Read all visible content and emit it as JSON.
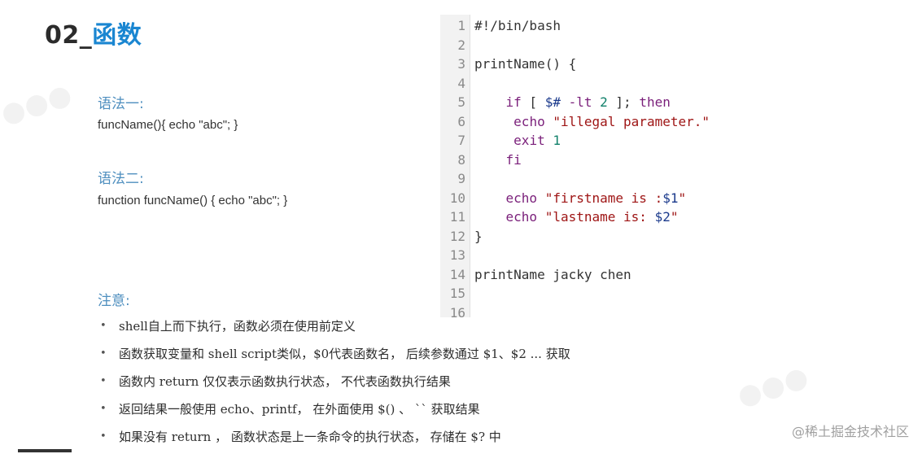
{
  "title": {
    "prefix": "02_",
    "name": "函数"
  },
  "syntax": [
    {
      "label": "语法一:",
      "code": "funcName(){ echo \"abc\"; }"
    },
    {
      "label": "语法二:",
      "code": "function funcName() { echo \"abc\"; }"
    }
  ],
  "code": {
    "lines": [
      {
        "no": "1",
        "tokens": [
          {
            "t": "#!/bin/bash",
            "c": ""
          }
        ]
      },
      {
        "no": "2",
        "tokens": []
      },
      {
        "no": "3",
        "tokens": [
          {
            "t": "printName() {",
            "c": ""
          }
        ]
      },
      {
        "no": "4",
        "tokens": []
      },
      {
        "no": "5",
        "tokens": [
          {
            "t": "    ",
            "c": ""
          },
          {
            "t": "if",
            "c": "kw"
          },
          {
            "t": " [ ",
            "c": ""
          },
          {
            "t": "$#",
            "c": "var"
          },
          {
            "t": " -lt ",
            "c": "kw"
          },
          {
            "t": "2",
            "c": "numc"
          },
          {
            "t": " ]; ",
            "c": ""
          },
          {
            "t": "then",
            "c": "kw"
          }
        ]
      },
      {
        "no": "6",
        "tokens": [
          {
            "t": "     ",
            "c": ""
          },
          {
            "t": "echo",
            "c": "kw"
          },
          {
            "t": " ",
            "c": ""
          },
          {
            "t": "\"illegal parameter.\"",
            "c": "str"
          }
        ]
      },
      {
        "no": "7",
        "tokens": [
          {
            "t": "     ",
            "c": ""
          },
          {
            "t": "exit",
            "c": "kw"
          },
          {
            "t": " ",
            "c": ""
          },
          {
            "t": "1",
            "c": "numc"
          }
        ]
      },
      {
        "no": "8",
        "tokens": [
          {
            "t": "    ",
            "c": ""
          },
          {
            "t": "fi",
            "c": "kw"
          }
        ]
      },
      {
        "no": "9",
        "tokens": []
      },
      {
        "no": "10",
        "tokens": [
          {
            "t": "    ",
            "c": ""
          },
          {
            "t": "echo",
            "c": "kw"
          },
          {
            "t": " ",
            "c": ""
          },
          {
            "t": "\"firstname is :",
            "c": "str"
          },
          {
            "t": "$1",
            "c": "var"
          },
          {
            "t": "\"",
            "c": "str"
          }
        ]
      },
      {
        "no": "11",
        "tokens": [
          {
            "t": "    ",
            "c": ""
          },
          {
            "t": "echo",
            "c": "kw"
          },
          {
            "t": " ",
            "c": ""
          },
          {
            "t": "\"lastname is: ",
            "c": "str"
          },
          {
            "t": "$2",
            "c": "var"
          },
          {
            "t": "\"",
            "c": "str"
          }
        ]
      },
      {
        "no": "12",
        "tokens": [
          {
            "t": "}",
            "c": ""
          }
        ]
      },
      {
        "no": "13",
        "tokens": []
      },
      {
        "no": "14",
        "tokens": [
          {
            "t": "printName jacky chen",
            "c": ""
          }
        ]
      },
      {
        "no": "15",
        "tokens": []
      },
      {
        "no": "16",
        "tokens": []
      }
    ]
  },
  "notes": {
    "label": "注意:",
    "bullet": "•",
    "items": [
      "shell自上而下执行，函数必须在使用前定义",
      "函数获取变量和 shell script类似，$0代表函数名， 后续参数通过 $1、$2 ... 获取",
      "函数内 return 仅仅表示函数执行状态， 不代表函数执行结果",
      "返回结果一般使用 echo、printf， 在外面使用 $() 、 `` 获取结果",
      "如果没有 return ， 函数状态是上一条命令的执行状态， 存储在 $? 中"
    ]
  },
  "footer": {
    "source": "@稀土掘金技术社区"
  }
}
